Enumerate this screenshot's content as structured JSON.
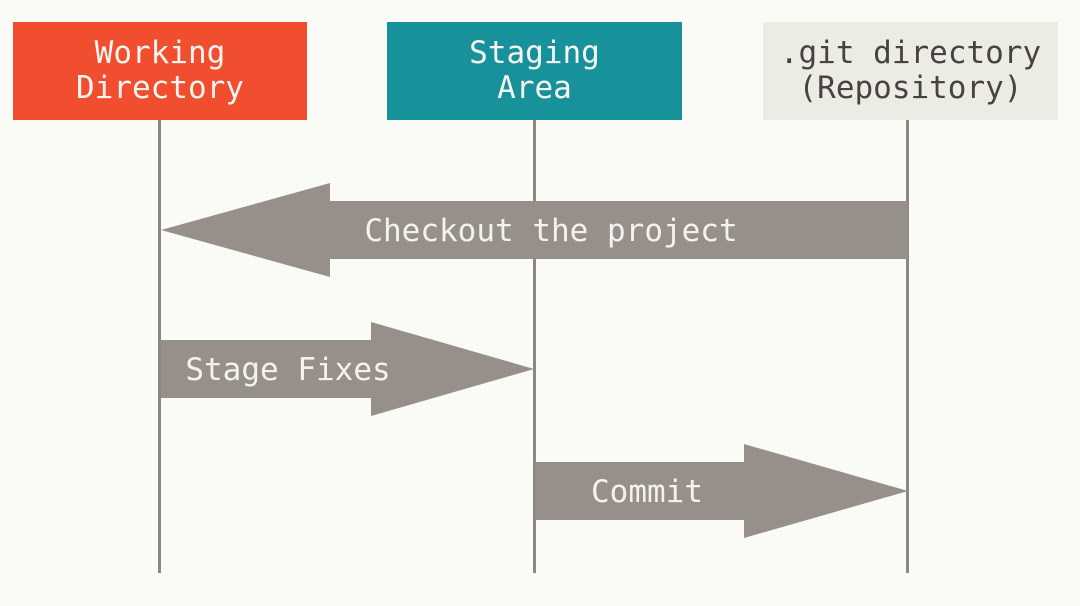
{
  "columns": [
    {
      "id": "working-directory",
      "label": "Working\nDirectory"
    },
    {
      "id": "staging-area",
      "label": "Staging\nArea"
    },
    {
      "id": "git-directory",
      "label": ".git directory\n(Repository)"
    }
  ],
  "arrows": [
    {
      "id": "checkout",
      "label": "Checkout the project",
      "direction": "left",
      "from": "git-directory",
      "to": "working-directory"
    },
    {
      "id": "stage",
      "label": "Stage Fixes",
      "direction": "right",
      "from": "working-directory",
      "to": "staging-area"
    },
    {
      "id": "commit",
      "label": "Commit",
      "direction": "right",
      "from": "staging-area",
      "to": "git-directory"
    }
  ],
  "colors": {
    "background": "#FAFAF6",
    "working_box": "#F04E2E",
    "staging_box": "#17929B",
    "git_box": "#EDECE4",
    "git_box_text": "#474440",
    "box_text_light": "#F6F4F1",
    "arrow_fill": "#97908A",
    "arrow_text": "#F4F2EE",
    "lifeline": "#8C8780"
  }
}
